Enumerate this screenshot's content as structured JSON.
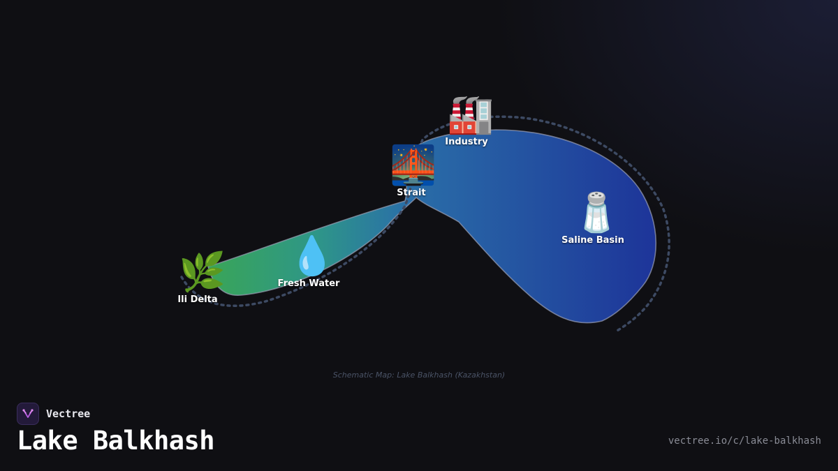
{
  "map": {
    "caption": "Schematic Map: Lake Balkhash (Kazakhstan)",
    "colors": {
      "fresh": "#3aa655",
      "mid": "#2b8fa0",
      "saline": "#1f3a9e",
      "outline": "#9aa0b5",
      "dashed_route": "#3d4a63"
    },
    "markers": [
      {
        "id": "ili-delta",
        "icon": "herb-icon",
        "emoji": "🌿",
        "label": "Ili Delta"
      },
      {
        "id": "fresh-water",
        "icon": "droplet-icon",
        "emoji": "💧",
        "label": "Fresh Water"
      },
      {
        "id": "strait",
        "icon": "bridge-at-night-icon",
        "emoji": "🌉",
        "label": "Strait"
      },
      {
        "id": "industry",
        "icon": "factory-icon",
        "emoji": "🏭",
        "label": "Industry"
      },
      {
        "id": "saline-basin",
        "icon": "salt-shaker-icon",
        "emoji": "🧂",
        "label": "Saline Basin"
      }
    ]
  },
  "footer": {
    "brand": "Vectree",
    "brand_icon": "vectree-logo-icon",
    "title": "Lake Balkhash",
    "url": "vectree.io/c/lake-balkhash"
  }
}
